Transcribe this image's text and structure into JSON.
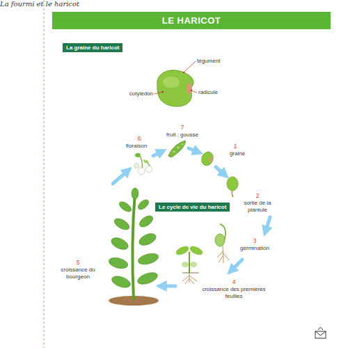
{
  "diagram": {
    "title": "LE HARICOT",
    "nodes": [
      {
        "text": [
          "La graine du haricot"
        ]
      },
      {
        "text": [
          "Le cycle de vie du haricot"
        ]
      }
    ],
    "labels": [
      "tégument",
      "radicule",
      "cotylédon",
      "7",
      "fruit : gousse",
      "6",
      "floraison",
      "1",
      "graine",
      "2",
      "sortie de la plantule",
      "3",
      "germination",
      "4",
      "croissance des premières feuilles",
      "5",
      "croissance du bourgeon",
      "La fourmi et le haricot"
    ]
  }
}
